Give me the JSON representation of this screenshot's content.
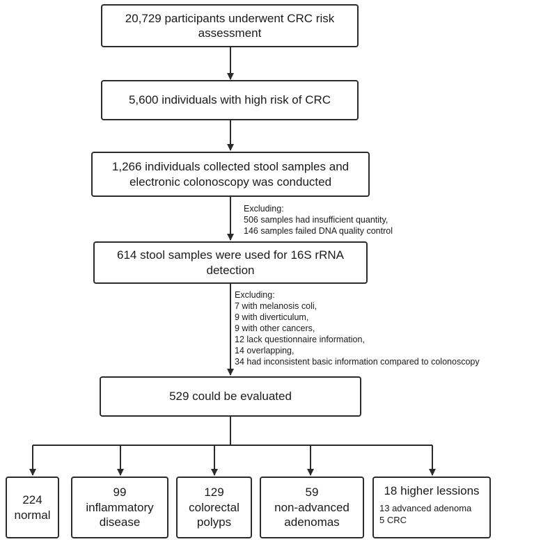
{
  "boxes": {
    "b1": "20,729 participants underwent CRC risk assessment",
    "b2": "5,600 individuals with high risk of CRC",
    "b3": "1,266 individuals collected stool samples and electronic colonoscopy was conducted",
    "b4": "614 stool samples were used for 16S rRNA detection",
    "b5": "529 could be evaluated"
  },
  "exclusion1": {
    "heading": "Excluding:",
    "items": [
      "506 samples had insufficient quantity,",
      "146 samples failed DNA quality control"
    ]
  },
  "exclusion2": {
    "heading": "Excluding:",
    "items": [
      "7 with melanosis coli,",
      "9 with diverticulum,",
      "9 with other cancers,",
      "12 lack questionnaire information,",
      "14 overlapping,",
      "34 had inconsistent basic information compared to colonoscopy"
    ]
  },
  "outcomes": [
    {
      "count": "224",
      "label": "normal"
    },
    {
      "count": "99",
      "label": "inflammatory disease"
    },
    {
      "count": "129",
      "label": "colorectal polyps"
    },
    {
      "count": "59",
      "label": "non-advanced adenomas"
    },
    {
      "count": "18",
      "label": "higher lessions",
      "details": [
        "13 advanced adenoma",
        "5 CRC"
      ]
    }
  ]
}
